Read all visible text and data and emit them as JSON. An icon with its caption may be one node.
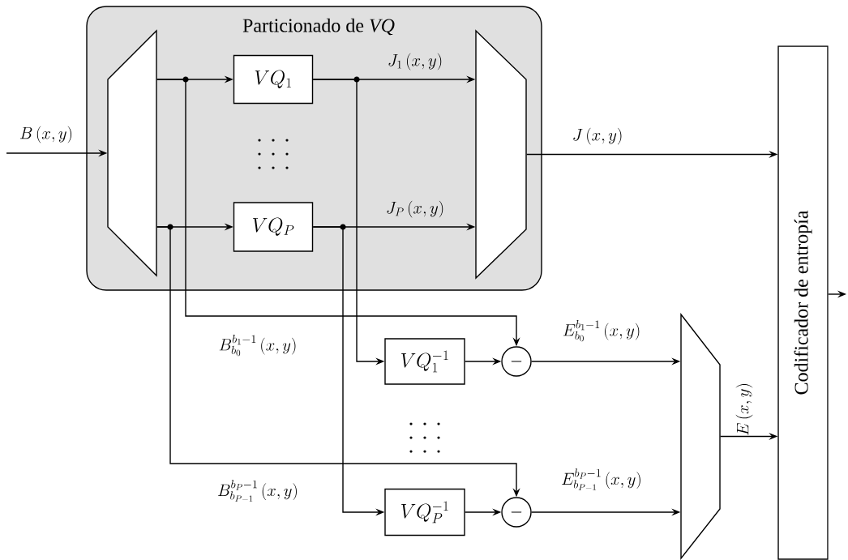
{
  "diagram": {
    "nodes": [
      {
        "text": [
          "Particionado de *VQ*"
        ]
      },
      {
        "text": [],
        "shape": "trapezoid",
        "in": 0
      },
      {
        "text": [
          "VQ_1"
        ],
        "in": 0
      },
      {
        "text": [
          "VQ_P"
        ],
        "in": 0
      },
      {
        "text": [],
        "shape": "trapezoid",
        "in": 0
      },
      {
        "text": [
          "Codificador de entropía"
        ]
      },
      {
        "text": [
          "VQ_1^{-1}"
        ]
      },
      {
        "text": [
          "VQ_P^{-1}"
        ]
      },
      {
        "text": [
          "-"
        ]
      },
      {
        "text": [
          "-"
        ]
      },
      {
        "text": [],
        "shape": "trapezoid"
      }
    ],
    "edges": [
      {
        "from": null,
        "to": 1,
        "arrow": "to",
        "label": "B\\left(x,y\\right)"
      },
      {
        "from": 1,
        "to": 2,
        "arrow": "to"
      },
      {
        "from": 1,
        "to": 3,
        "arrow": "to"
      },
      {
        "from": 2,
        "to": 4,
        "arrow": "to",
        "label": "J_1\\left(x,y\\right)"
      },
      {
        "from": 3,
        "to": 4,
        "arrow": "to",
        "label": "J_P\\left(x,y\\right)"
      },
      {
        "from": 4,
        "to": 5,
        "arrow": "to",
        "label": "J\\left(x,y\\right)"
      },
      {
        "from": 1,
        "to": 8,
        "arrow": "to",
        "label": "B_{b_0}^{b_1-1}\\left(x,y\\right)"
      },
      {
        "from": 1,
        "to": 9,
        "arrow": "to",
        "label": "B_{b_{P-1}}^{b_P-1}\\left(x,y\\right)"
      },
      {
        "from": 2,
        "to": 6,
        "arrow": "to"
      },
      {
        "from": 3,
        "to": 7,
        "arrow": "to"
      },
      {
        "from": 6,
        "to": 8,
        "arrow": "to"
      },
      {
        "from": 7,
        "to": 9,
        "arrow": "to"
      },
      {
        "from": 8,
        "to": 10,
        "arrow": "to",
        "label": "E_{b_0}^{b_1-1}\\left(x,y\\right)"
      },
      {
        "from": 9,
        "to": 10,
        "arrow": "to",
        "label": "E_{b_{P-1}}^{b_P-1}\\left(x,y\\right)"
      },
      {
        "from": 10,
        "to": 5,
        "arrow": "to",
        "label": "E\\left(x,y\\right)"
      },
      {
        "from": 5,
        "to": null,
        "arrow": "to"
      }
    ]
  }
}
